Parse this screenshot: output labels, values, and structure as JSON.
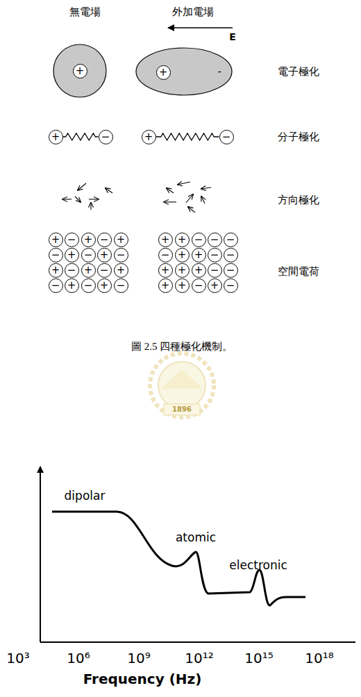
{
  "diagram": {
    "caption": "圖 2.5 四種極化機制。",
    "nodes": [
      {
        "text": [
          "+"
        ]
      },
      {
        "text": [
          "-"
        ]
      },
      {
        "text": [
          "+"
        ],
        "in": 1
      },
      {
        "text": [
          "+"
        ]
      },
      {
        "text": [
          "−"
        ]
      },
      {
        "text": [
          "+"
        ]
      },
      {
        "text": [
          "−"
        ]
      },
      {
        "text": [
          "+"
        ]
      },
      {
        "text": [
          "−"
        ]
      },
      {
        "text": [
          "+"
        ]
      },
      {
        "text": [
          "−"
        ]
      },
      {
        "text": [
          "+"
        ]
      },
      {
        "text": [
          "−"
        ]
      },
      {
        "text": [
          "+"
        ]
      },
      {
        "text": [
          "−"
        ]
      },
      {
        "text": [
          "+"
        ]
      },
      {
        "text": [
          "−"
        ]
      },
      {
        "text": [
          "+"
        ]
      },
      {
        "text": [
          "−"
        ]
      },
      {
        "text": [
          "+"
        ]
      },
      {
        "text": [
          "−"
        ]
      },
      {
        "text": [
          "+"
        ]
      },
      {
        "text": [
          "−"
        ]
      },
      {
        "text": [
          "+"
        ]
      },
      {
        "text": [
          "−"
        ]
      },
      {
        "text": [
          "+"
        ]
      },
      {
        "text": [
          "−"
        ]
      },
      {
        "text": [
          "+"
        ]
      },
      {
        "text": [
          "+"
        ]
      },
      {
        "text": [
          "−"
        ]
      },
      {
        "text": [
          "−"
        ]
      },
      {
        "text": [
          "−"
        ]
      },
      {
        "text": [
          "−"
        ]
      },
      {
        "text": [
          "+"
        ]
      },
      {
        "text": [
          "+"
        ]
      },
      {
        "text": [
          "−"
        ]
      },
      {
        "text": [
          "−"
        ]
      },
      {
        "text": [
          "+"
        ]
      },
      {
        "text": [
          "+"
        ]
      },
      {
        "text": [
          "+"
        ]
      },
      {
        "text": [
          "−"
        ]
      },
      {
        "text": [
          "−"
        ]
      },
      {
        "text": [
          "+"
        ]
      },
      {
        "text": [
          "+"
        ]
      },
      {
        "text": [
          "−"
        ]
      },
      {
        "text": [
          "+"
        ]
      },
      {
        "text": [
          "−"
        ]
      }
    ],
    "edges": [
      {
        "from": 3,
        "to": 4,
        "arrow": "none"
      },
      {
        "from": 5,
        "to": 6,
        "arrow": "none"
      }
    ],
    "labels": [
      "無電場",
      "外加電場",
      "E",
      "電子極化",
      "分子極化",
      "方向極化",
      "空間電荷",
      "1896",
      "dipolar",
      "atomic",
      "electronic",
      "10³",
      "10⁶",
      "10⁹",
      "10¹²",
      "10¹⁵",
      "10¹⁸",
      "Frequency (Hz)"
    ]
  }
}
